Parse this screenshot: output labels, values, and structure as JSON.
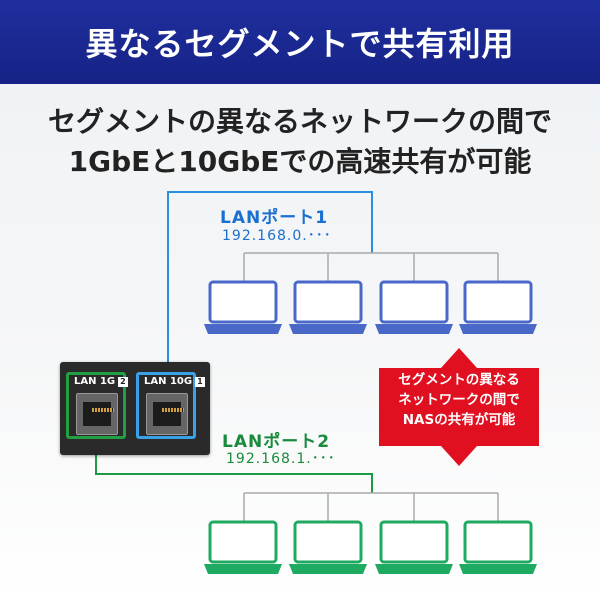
{
  "banner": {
    "title": "異なるセグメントで共有利用"
  },
  "headline": {
    "line1": "セグメントの異なるネットワークの間で",
    "line2": "1GbEと10GbEでの高速共有が可能"
  },
  "port1": {
    "title": "LANポート1",
    "ip": "192.168.0.･･･"
  },
  "port2": {
    "title": "LANポート2",
    "ip": "192.168.1.･･･"
  },
  "device": {
    "port_1g": {
      "label": "LAN 1G",
      "number": "2"
    },
    "port_10g": {
      "label": "LAN 10G",
      "number": "1"
    }
  },
  "callout": {
    "line1": "セグメントの異なる",
    "line2": "ネットワークの間で",
    "line3": "NASの共有が可能"
  },
  "colors": {
    "banner": "#1a2890",
    "segment1": "#2a8fe0",
    "segment2": "#1e9a46",
    "callout": "#e01020",
    "laptop_blue": "#4a68c8",
    "laptop_green": "#1eaa60"
  },
  "icons": {
    "laptops_segment1": [
      "laptop-icon",
      "laptop-icon",
      "laptop-icon",
      "laptop-icon"
    ],
    "laptops_segment2": [
      "laptop-icon",
      "laptop-icon",
      "laptop-icon",
      "laptop-icon"
    ]
  }
}
